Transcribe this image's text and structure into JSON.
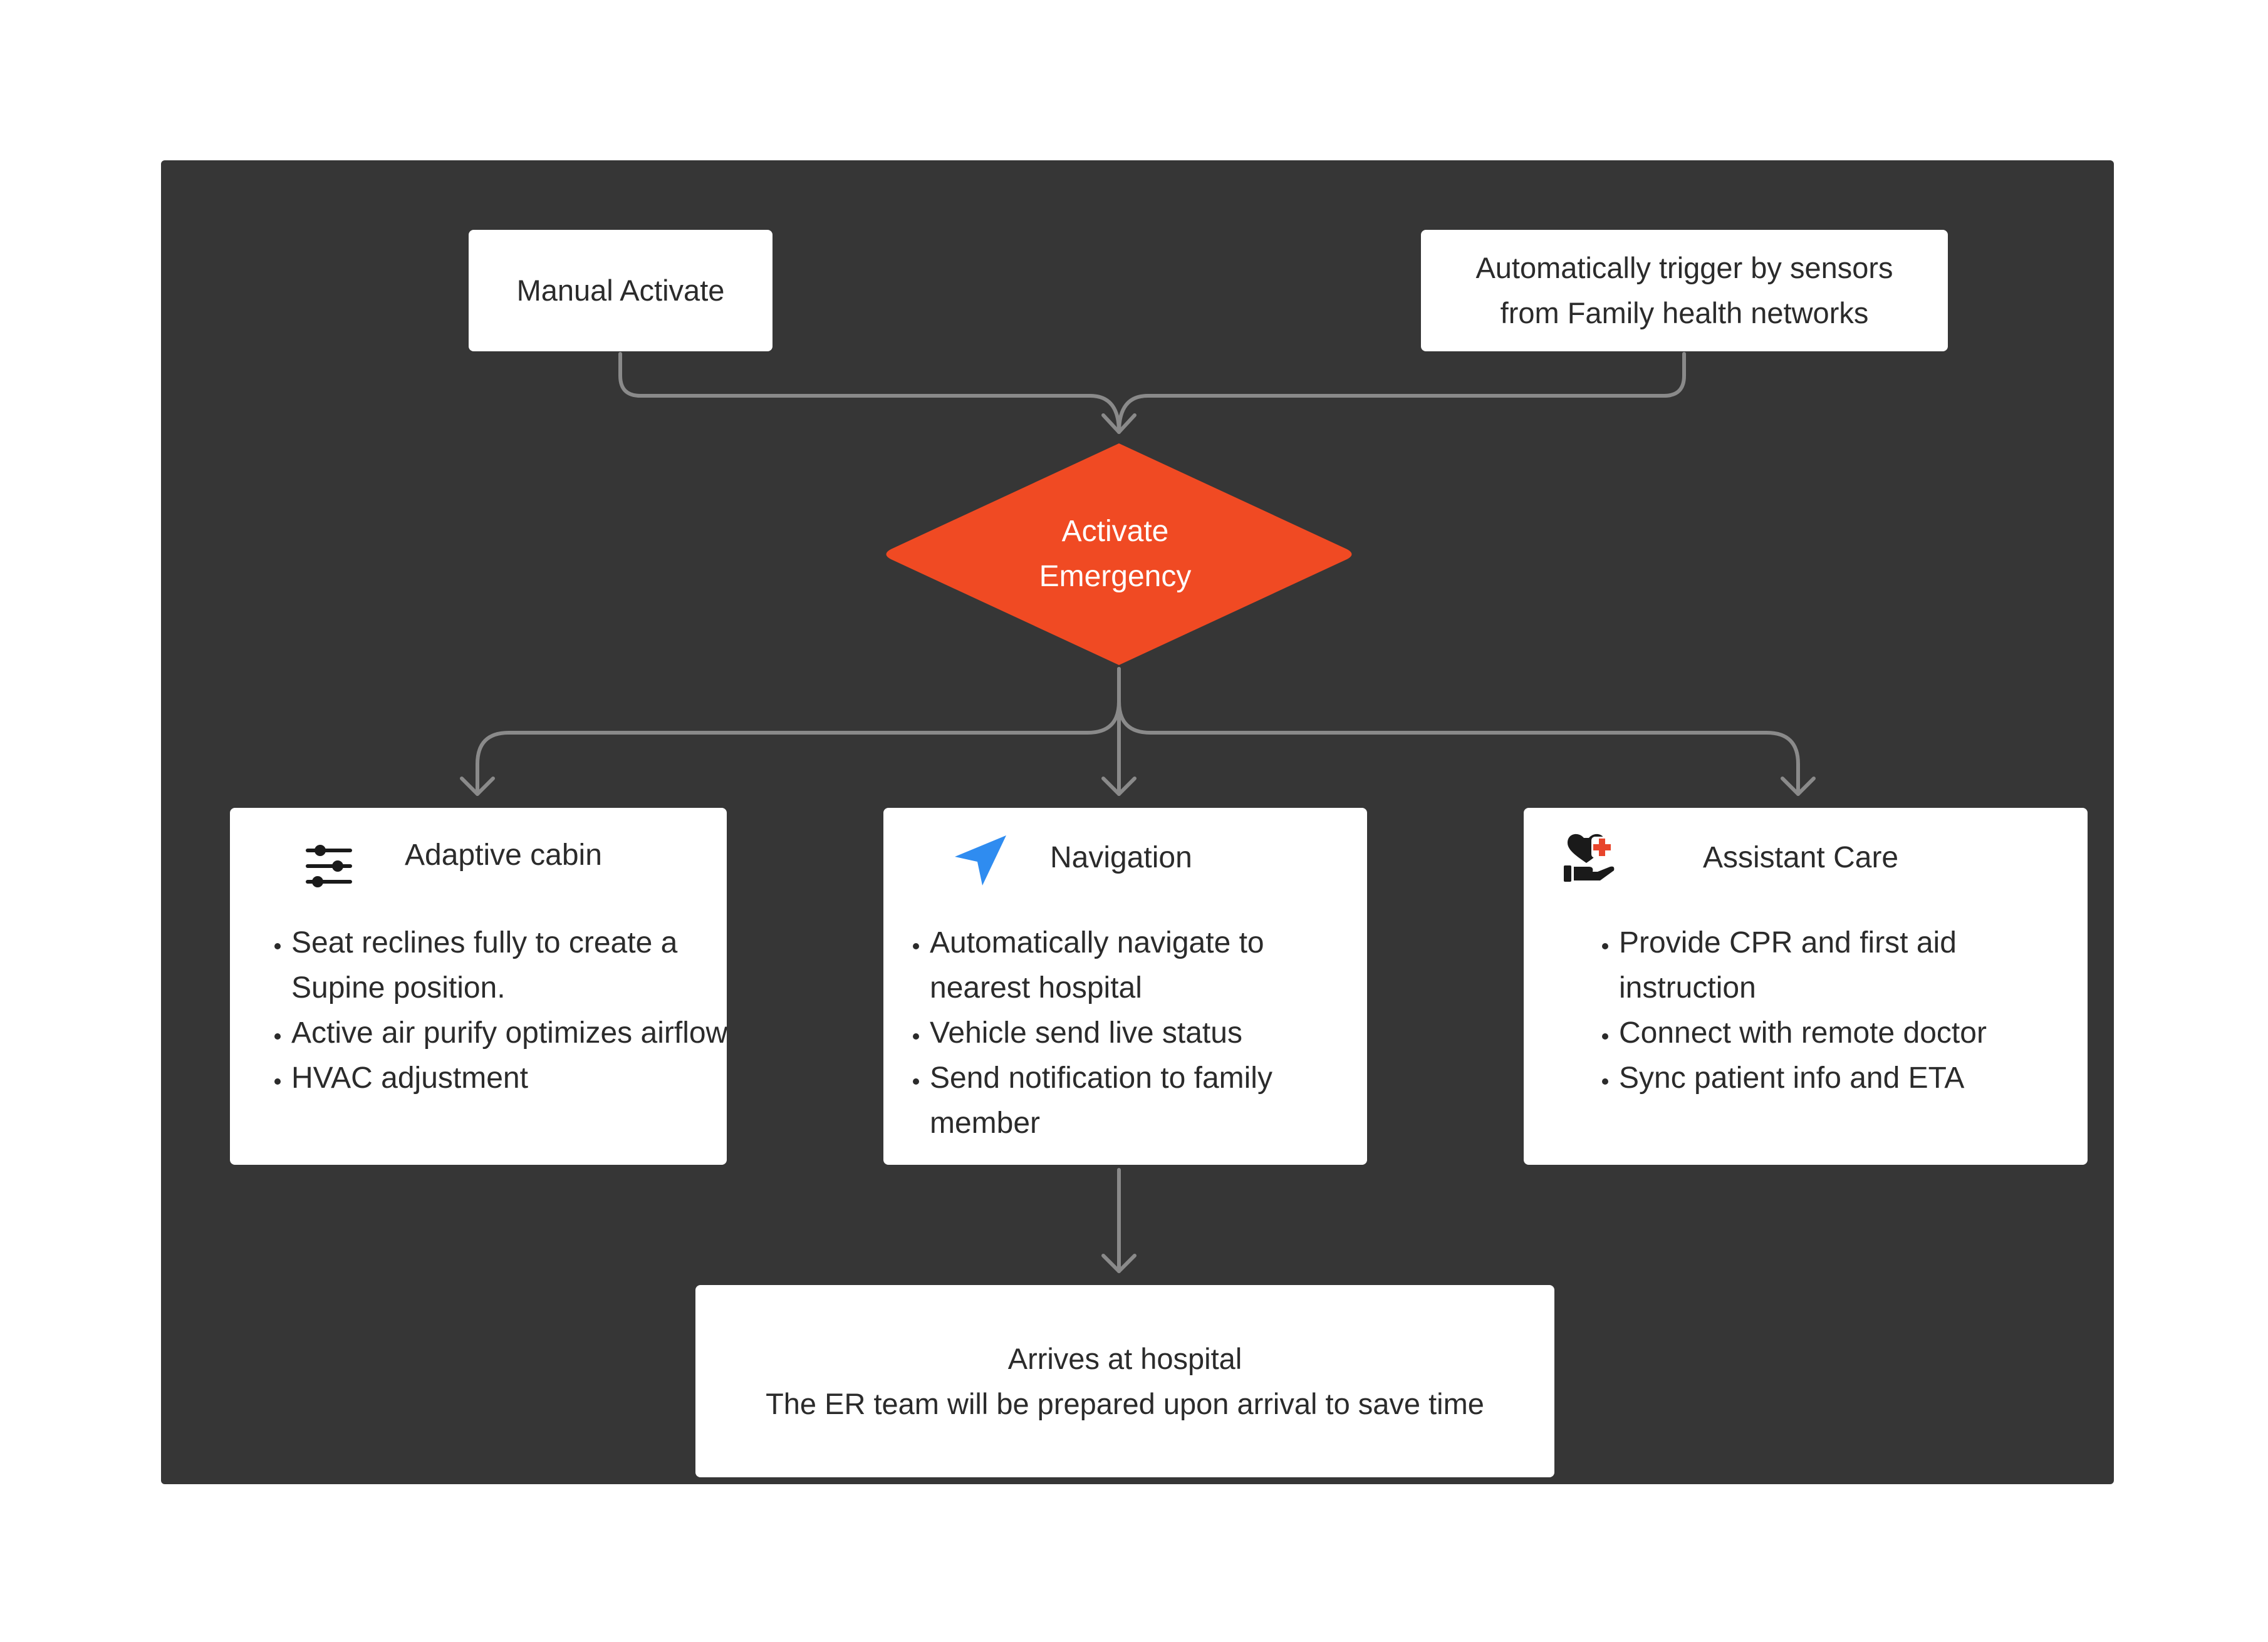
{
  "nodes": {
    "manual": {
      "label": "Manual Activate"
    },
    "auto": {
      "line1": "Automatically trigger by sensors",
      "line2": "from Family health networks"
    },
    "decision": {
      "line1": "Activate",
      "line2": "Emergency"
    },
    "cabin": {
      "icon": "sliders-icon",
      "title": "Adaptive cabin",
      "bullets": [
        "Seat reclines fully to create a Supine position.",
        "Active air purify optimizes airflow",
        "HVAC adjustment"
      ]
    },
    "navigation": {
      "icon": "navigation-arrow-icon",
      "title": "Navigation",
      "bullets": [
        "Automatically navigate to nearest hospital",
        "Vehicle send live status",
        "Send notification to family member"
      ]
    },
    "care": {
      "icon": "heart-hand-icon",
      "title": "Assistant Care",
      "bullets": [
        "Provide CPR and first aid instruction",
        "Connect with remote doctor",
        "Sync patient info and ETA"
      ]
    },
    "arrival": {
      "line1": "Arrives at hospital",
      "line2": "The ER team will be prepared upon arrival to save time"
    }
  },
  "colors": {
    "background": "#363636",
    "decision_fill": "#F04A23",
    "connector": "#8a8a8a",
    "nav_icon": "#2F8CF0",
    "care_plus": "#E8452C"
  }
}
